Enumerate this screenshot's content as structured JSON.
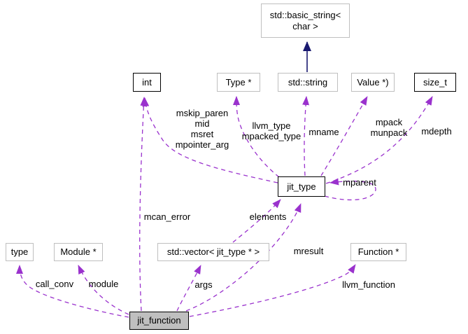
{
  "diagram": {
    "kind": "collaboration-graph",
    "colors": {
      "usage_edge": "#9a32cd",
      "inheritance_edge": "#191970",
      "linked_node_border": "#000000",
      "plain_node_border": "#bfbfbf",
      "main_node_fill": "#bfbfbf",
      "background": "#ffffff"
    }
  },
  "nodes": [
    {
      "id": "basic_string",
      "label": "std::basic_string<\nchar >"
    },
    {
      "id": "int",
      "label": "int"
    },
    {
      "id": "type_ptr",
      "label": "Type *"
    },
    {
      "id": "std_string",
      "label": "std::string"
    },
    {
      "id": "value_ptr",
      "label": "Value *)"
    },
    {
      "id": "size_t",
      "label": "size_t"
    },
    {
      "id": "jit_type",
      "label": "jit_type"
    },
    {
      "id": "type",
      "label": "type"
    },
    {
      "id": "module_ptr",
      "label": "Module *"
    },
    {
      "id": "vector",
      "label": "std::vector< jit_type * >"
    },
    {
      "id": "function_ptr",
      "label": "Function *"
    },
    {
      "id": "jit_function",
      "label": "jit_function"
    }
  ],
  "edges": [
    {
      "from": "std::string",
      "to": "std::basic_string< char >",
      "type": "inheritance",
      "label": ""
    },
    {
      "from": "jit_type",
      "to": "int",
      "type": "usage",
      "label": "mskip_paren\nmid\nmsret\nmpointer_arg"
    },
    {
      "from": "jit_type",
      "to": "Type *",
      "type": "usage",
      "label": "llvm_type\nmpacked_type"
    },
    {
      "from": "jit_type",
      "to": "std::string",
      "type": "usage",
      "label": "mname"
    },
    {
      "from": "jit_type",
      "to": "Value *)",
      "type": "usage",
      "label": "mpack\nmunpack"
    },
    {
      "from": "jit_type",
      "to": "size_t",
      "type": "usage",
      "label": "mdepth"
    },
    {
      "from": "jit_type",
      "to": "jit_type",
      "type": "usage",
      "label": "mparent"
    },
    {
      "from": "std::vector< jit_type * >",
      "to": "jit_type",
      "type": "usage",
      "label": "elements"
    },
    {
      "from": "jit_function",
      "to": "jit_type",
      "type": "usage",
      "label": "mresult"
    },
    {
      "from": "jit_function",
      "to": "int",
      "type": "usage",
      "label": "mcan_error"
    },
    {
      "from": "jit_function",
      "to": "type",
      "type": "usage",
      "label": "call_conv"
    },
    {
      "from": "jit_function",
      "to": "Module *",
      "type": "usage",
      "label": "module"
    },
    {
      "from": "jit_function",
      "to": "std::vector< jit_type * >",
      "type": "usage",
      "label": "args"
    },
    {
      "from": "jit_function",
      "to": "Function *",
      "type": "usage",
      "label": "llvm_function"
    }
  ]
}
